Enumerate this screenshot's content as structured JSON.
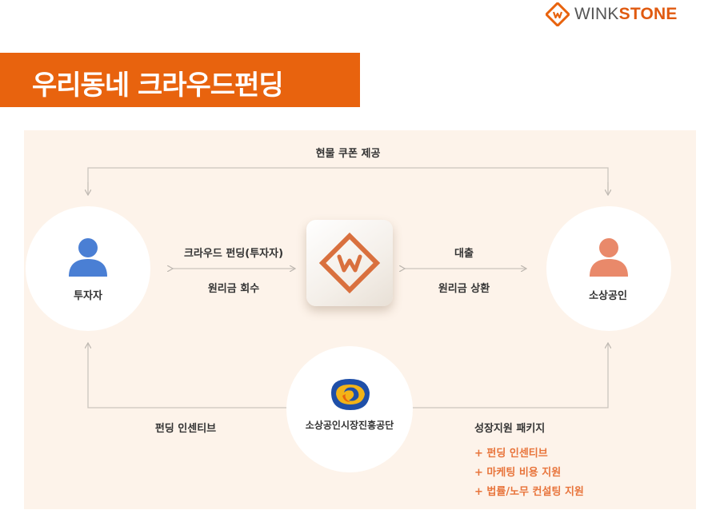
{
  "brand": {
    "logo_light": "WINK",
    "logo_bold": "STONE",
    "logo_icon": "winkstone-diamond-logo-icon",
    "accent": "#e8630e"
  },
  "title": "우리동네 크라우드펀딩",
  "diagram": {
    "top_flow": "현물 쿠폰 제공",
    "investor": "투자자",
    "small_business": "소상공인",
    "agency": "소상공인시장진흥공단",
    "left_upper": "크라우드 펀딩(투자자)",
    "left_lower": "원리금 회수",
    "right_upper": "대출",
    "right_lower": "원리금 상환",
    "bottom_left": "펀딩 인센티브",
    "bottom_right_title": "성장지원 패키지",
    "package_items": [
      "+ 펀딩 인센티브",
      "+ 마케팅 비용 지원",
      "+ 법률/노무 컨설팅 지원"
    ],
    "colors": {
      "investor": "#4a7fd4",
      "small_business": "#e9896a",
      "panel": "#fdf3ea",
      "arrow": "#c7c2bc"
    }
  }
}
